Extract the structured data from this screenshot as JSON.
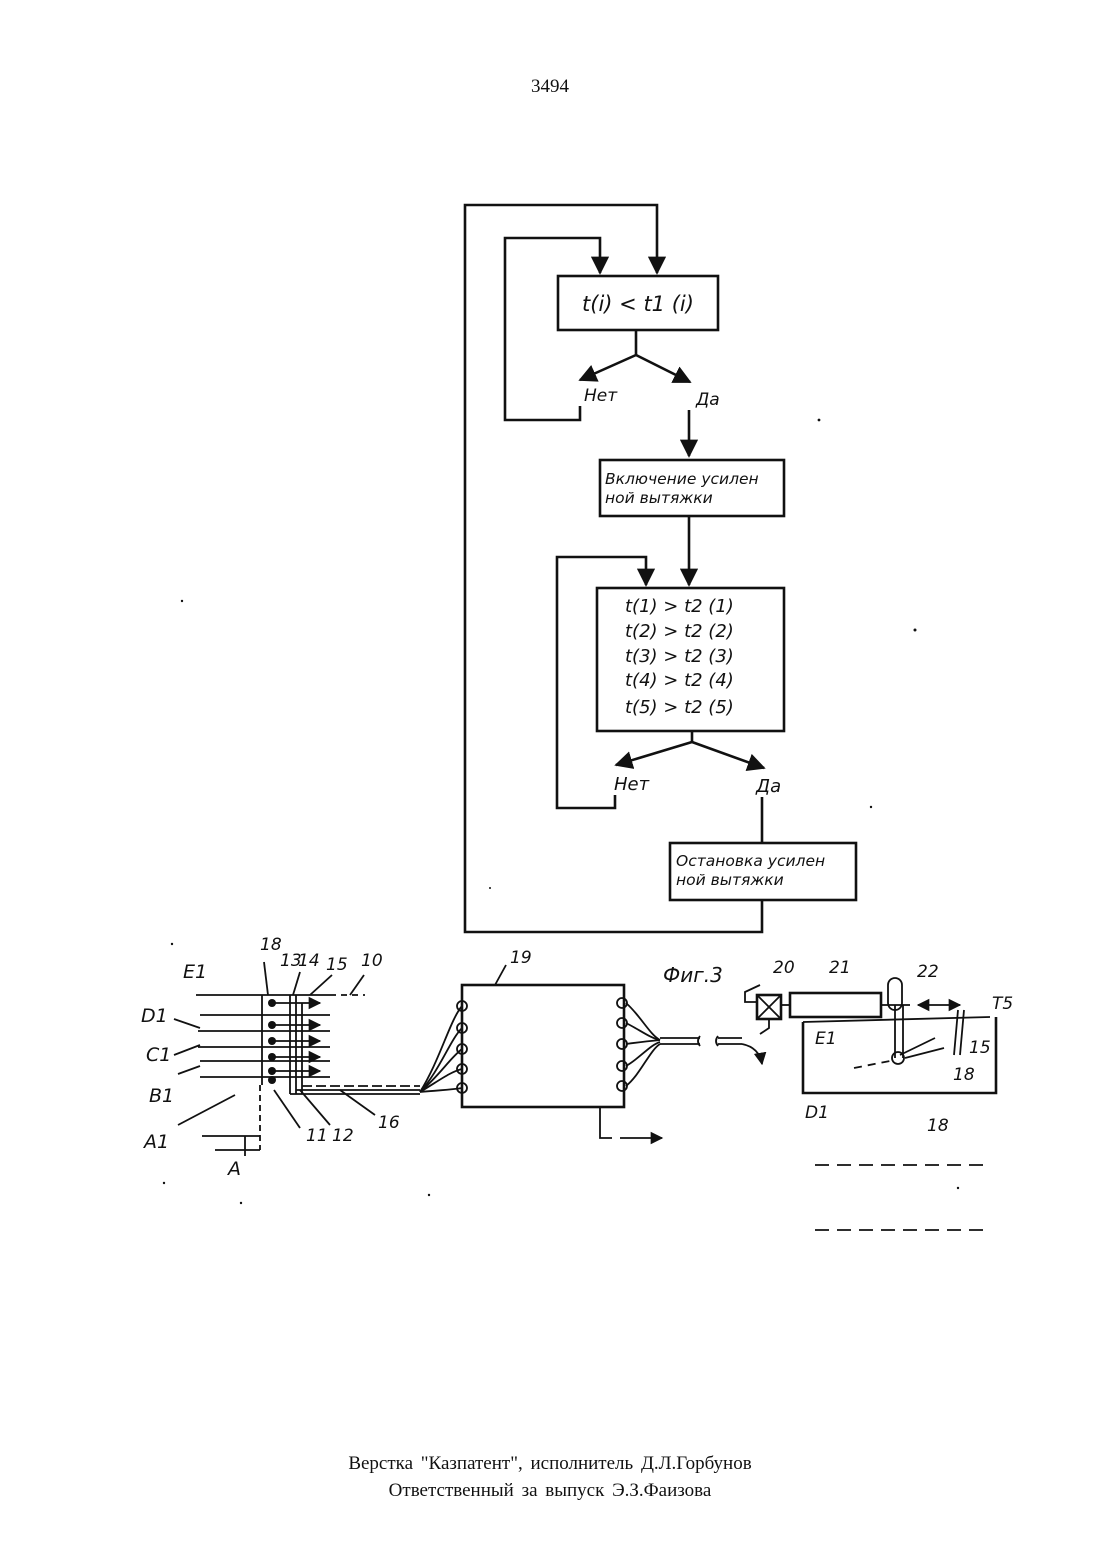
{
  "page_number": "3494",
  "flowchart": {
    "cond1": "t(i) < t1 (i)",
    "cond1_no": "Нет",
    "cond1_yes": "Да",
    "action1_line1": "Включение усилен",
    "action1_line2": "ной вытяжки",
    "cond2_lines": [
      "t(1) > t2 (1)",
      "t(2) > t2 (2)",
      "t(3) > t2 (3)",
      "t(4) > t2 (4)",
      "t(5) > t2 (5)"
    ],
    "cond2_no": "Нет",
    "cond2_yes": "Да",
    "action2_line1": "Остановка усилен",
    "action2_line2": "ной вытяжки",
    "figure_label": "Фиг.3"
  },
  "schematic": {
    "level_labels": [
      "E1",
      "D1",
      "C1",
      "B1",
      "A1",
      "A"
    ],
    "callouts": [
      "18",
      "13",
      "14",
      "15",
      "10",
      "11",
      "12",
      "16",
      "19",
      "20",
      "21",
      "22",
      "T5",
      "E1",
      "15",
      "18",
      "D1",
      "18"
    ]
  },
  "footer": {
    "line1": "Верстка \"Казпатент\", исполнитель Д.Л.Горбунов",
    "line2": "Ответственный за выпуск Э.З.Фаизова"
  }
}
